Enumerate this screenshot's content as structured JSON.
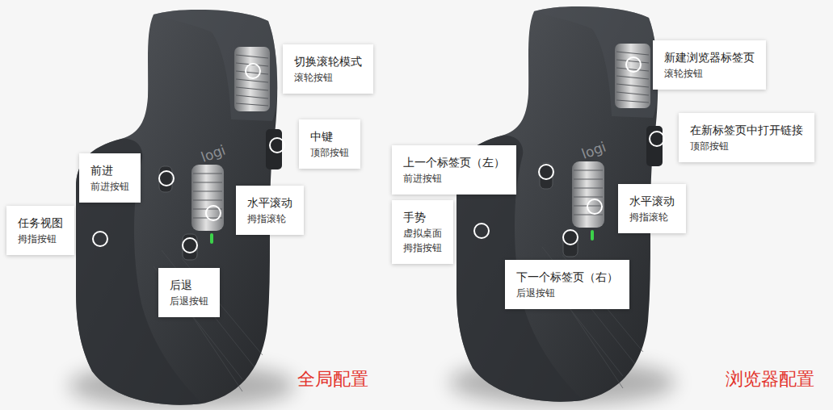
{
  "diagram": {
    "nodes": [
      {
        "text": [
          "切换滚轮模式",
          "滚轮按钮"
        ]
      },
      {
        "text": [
          "中键",
          "顶部按钮"
        ]
      },
      {
        "text": [
          "前进",
          "前进按钮"
        ]
      },
      {
        "text": [
          "水平滚动",
          "拇指滚轮"
        ]
      },
      {
        "text": [
          "任务视图",
          "拇指按钮"
        ]
      },
      {
        "text": [
          "后退",
          "后退按钮"
        ]
      },
      {
        "text": [
          "新建浏览器标签页",
          "滚轮按钮"
        ]
      },
      {
        "text": [
          "在新标签页中打开链接",
          "顶部按钮"
        ]
      },
      {
        "text": [
          "上一个标签页（左）",
          "前进按钮"
        ]
      },
      {
        "text": [
          "水平滚动",
          "拇指滚轮"
        ]
      },
      {
        "text": [
          "手势",
          "虚拟桌面",
          "拇指按钮"
        ]
      },
      {
        "text": [
          "下一个标签页（右）",
          "后退按钮"
        ]
      }
    ],
    "labels": [
      "logi",
      "logi",
      "全局配置",
      "浏览器配置"
    ]
  }
}
